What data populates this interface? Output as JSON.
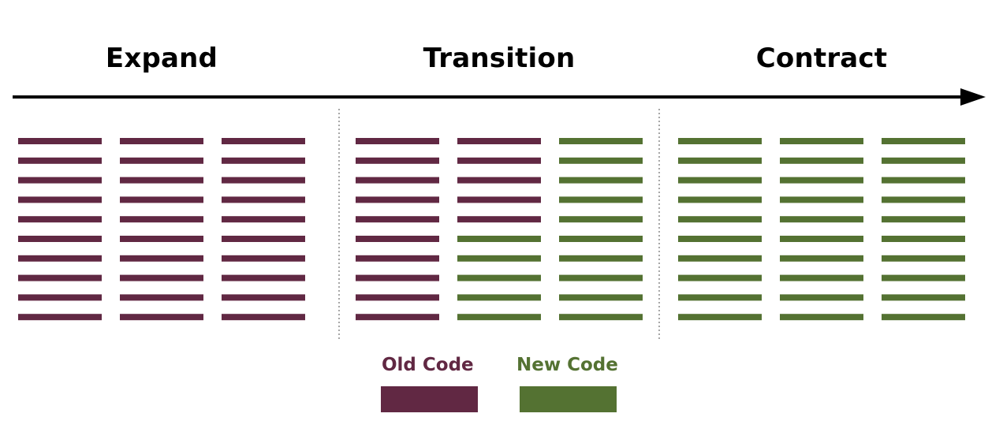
{
  "phases": [
    {
      "title": "Expand"
    },
    {
      "title": "Transition"
    },
    {
      "title": "Contract"
    }
  ],
  "legend": {
    "old_label": "Old Code",
    "new_label": "New Code"
  },
  "colors": {
    "old": "#612843",
    "new": "#547232",
    "arrow": "#000000",
    "divider": "#8a8a8a"
  },
  "grid": {
    "rows": 10,
    "columns_per_phase": 3,
    "phase_cells": [
      [
        [
          "old",
          "old",
          "old",
          "old",
          "old",
          "old",
          "old",
          "old",
          "old",
          "old"
        ],
        [
          "old",
          "old",
          "old",
          "old",
          "old",
          "old",
          "old",
          "old",
          "old",
          "old"
        ],
        [
          "old",
          "old",
          "old",
          "old",
          "old",
          "old",
          "old",
          "old",
          "old",
          "old"
        ]
      ],
      [
        [
          "old",
          "old",
          "old",
          "old",
          "old",
          "old",
          "old",
          "old",
          "old",
          "old"
        ],
        [
          "old",
          "old",
          "old",
          "old",
          "old",
          "new",
          "new",
          "new",
          "new",
          "new"
        ],
        [
          "new",
          "new",
          "new",
          "new",
          "new",
          "new",
          "new",
          "new",
          "new",
          "new"
        ]
      ],
      [
        [
          "new",
          "new",
          "new",
          "new",
          "new",
          "new",
          "new",
          "new",
          "new",
          "new"
        ],
        [
          "new",
          "new",
          "new",
          "new",
          "new",
          "new",
          "new",
          "new",
          "new",
          "new"
        ],
        [
          "new",
          "new",
          "new",
          "new",
          "new",
          "new",
          "new",
          "new",
          "new",
          "new"
        ]
      ]
    ]
  }
}
